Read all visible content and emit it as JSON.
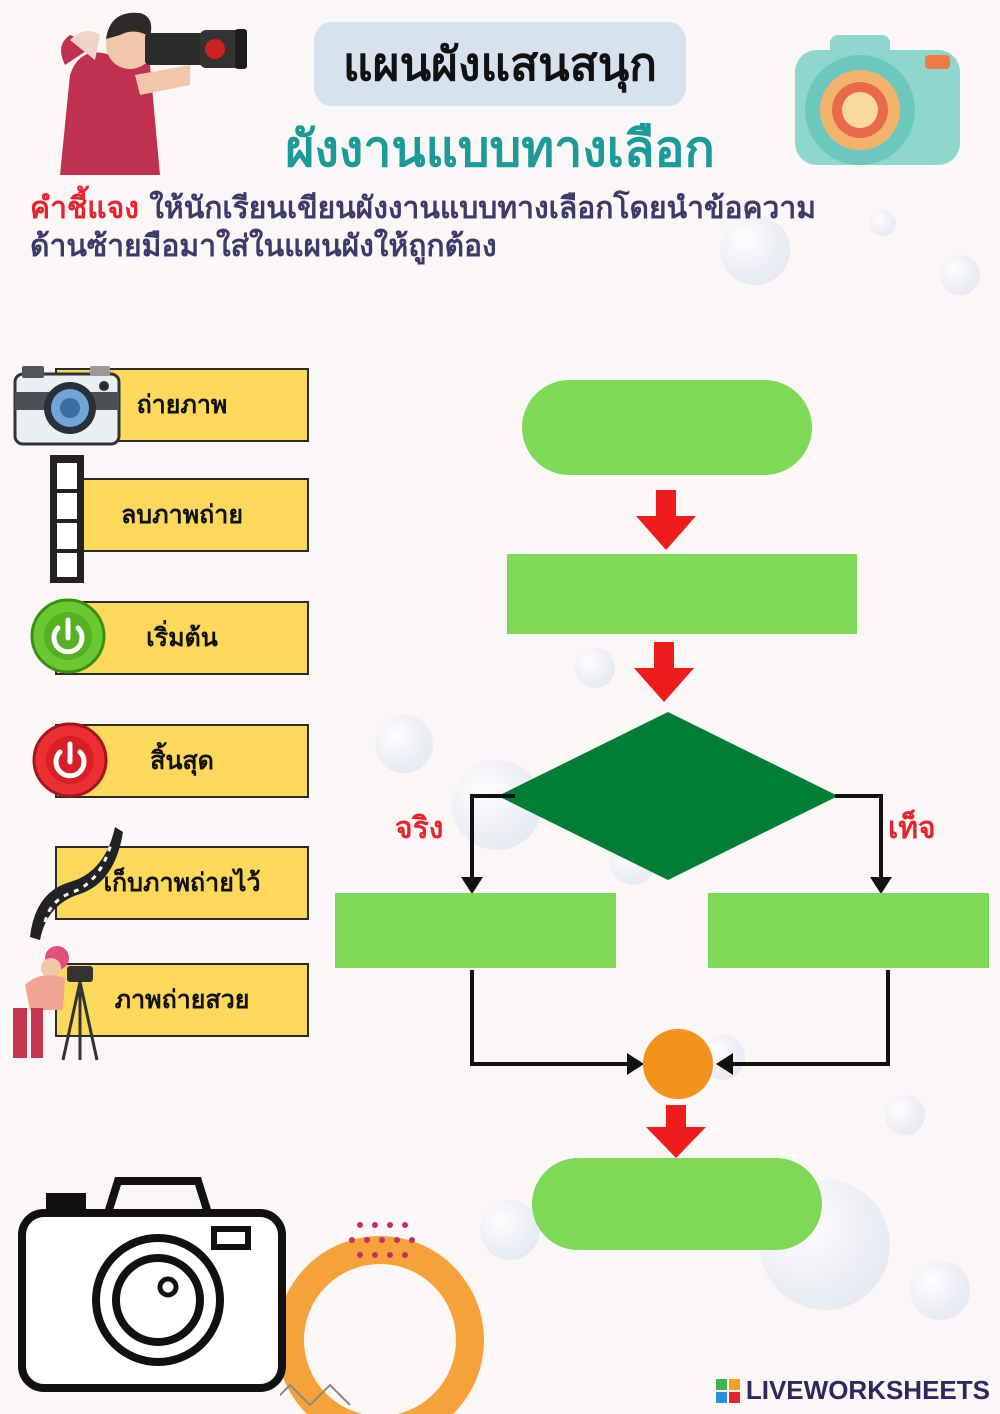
{
  "header": {
    "title": "แผนผังแสนสนุก",
    "subtitle": "ผังงานแบบทางเลือก"
  },
  "instructions": {
    "lead": "คำชี้แจง",
    "text_line1": " ให้นักเรียนเขียนผังงานแบบทางเลือกโดยนำข้อความ",
    "text_line2": "ด้านซ้ายมือมาใส่ในแผนผังให้ถูกต้อง"
  },
  "cards": [
    {
      "label": "ถ่ายภาพ",
      "icon": "camera-icon"
    },
    {
      "label": "ลบภาพถ่าย",
      "icon": "film-strip-icon"
    },
    {
      "label": "เริ่มต้น",
      "icon": "power-green-icon"
    },
    {
      "label": "สิ้นสุด",
      "icon": "power-red-icon"
    },
    {
      "label": "เก็บภาพถ่ายไว้",
      "icon": "film-roll-icon"
    },
    {
      "label": "ภาพถ่ายสวย",
      "icon": "photographer-icon"
    }
  ],
  "flowchart": {
    "true_label": "จริง",
    "false_label": "เท็จ"
  },
  "colors": {
    "drop_green": "#7ed957",
    "decision_green": "#007e36",
    "arrow_red": "#ee1c1c",
    "connector_orange": "#f4921e",
    "card_yellow": "#fcd95a"
  },
  "footer": {
    "brand": "LIVEWORKSHEETS"
  }
}
